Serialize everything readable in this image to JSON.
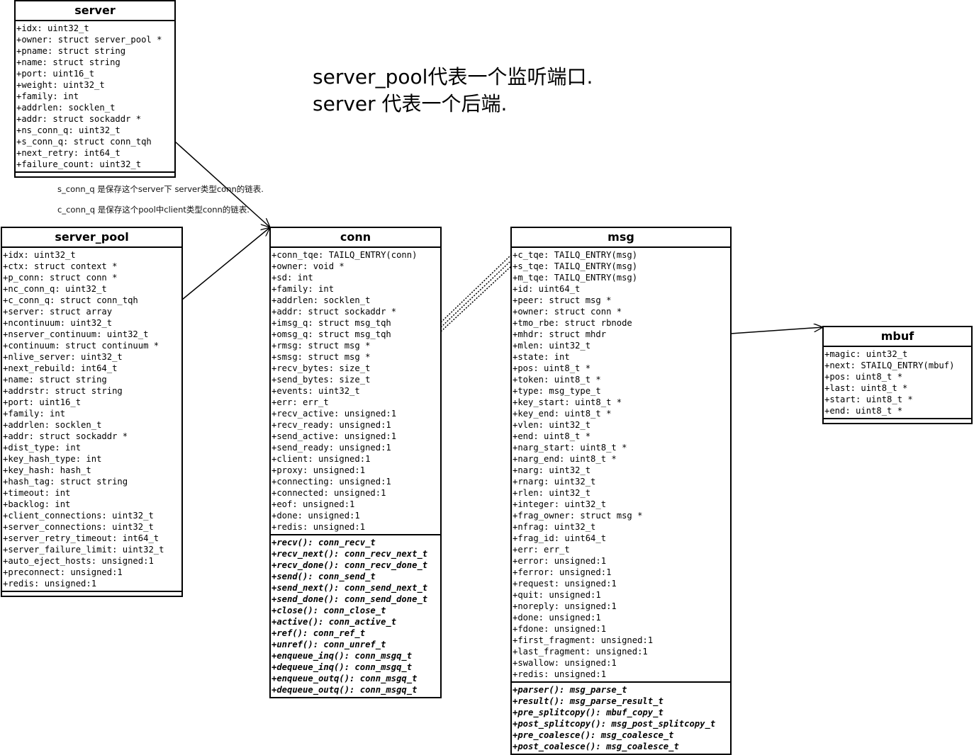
{
  "notes": {
    "big": [
      "server_pool代表一个监听端口.",
      "server 代表一个后端."
    ],
    "small": [
      "s_conn_q 是保存这个server下 server类型conn的链表.",
      "c_conn_q 是保存这个pool中client类型conn的链表."
    ]
  },
  "classes": {
    "server": {
      "name": "server",
      "attributes": [
        "+idx: uint32_t",
        "+owner: struct server_pool *",
        "+pname: struct string",
        "+name: struct string",
        "+port: uint16_t",
        "+weight: uint32_t",
        "+family: int",
        "+addrlen: socklen_t",
        "+addr: struct sockaddr *",
        "+ns_conn_q: uint32_t",
        "+s_conn_q: struct conn_tqh",
        "+next_retry: int64_t",
        "+failure_count: uint32_t"
      ],
      "operations": []
    },
    "server_pool": {
      "name": "server_pool",
      "attributes": [
        "+idx: uint32_t",
        "+ctx: struct context *",
        "+p_conn: struct conn *",
        "+nc_conn_q: uint32_t",
        "+c_conn_q: struct conn_tqh",
        "+server: struct array",
        "+ncontinuum: uint32_t",
        "+nserver_continuum: uint32_t",
        "+continuum: struct continuum *",
        "+nlive_server: uint32_t",
        "+next_rebuild: int64_t",
        "+name: struct string",
        "+addrstr: struct string",
        "+port: uint16_t",
        "+family: int",
        "+addrlen: socklen_t",
        "+addr: struct sockaddr *",
        "+dist_type: int",
        "+key_hash_type: int",
        "+key_hash: hash_t",
        "+hash_tag: struct string",
        "+timeout: int",
        "+backlog: int",
        "+client_connections: uint32_t",
        "+server_connections: uint32_t",
        "+server_retry_timeout: int64_t",
        "+server_failure_limit: uint32_t",
        "+auto_eject_hosts: unsigned:1",
        "+preconnect: unsigned:1",
        "+redis: unsigned:1"
      ],
      "operations": []
    },
    "conn": {
      "name": "conn",
      "attributes": [
        "+conn_tqe: TAILQ_ENTRY(conn)",
        "+owner: void *",
        "+sd: int",
        "+family: int",
        "+addrlen: socklen_t",
        "+addr: struct sockaddr *",
        "+imsg_q: struct msg_tqh",
        "+omsg_q: struct msg_tqh",
        "+rmsg: struct msg *",
        "+smsg: struct msg *",
        "+recv_bytes: size_t",
        "+send_bytes: size_t",
        "+events: uint32_t",
        "+err: err_t",
        "+recv_active: unsigned:1",
        "+recv_ready: unsigned:1",
        "+send_active: unsigned:1",
        "+send_ready: unsigned:1",
        "+client: unsigned:1",
        "+proxy: unsigned:1",
        "+connecting: unsigned:1",
        "+connected: unsigned:1",
        "+eof: unsigned:1",
        "+done: unsigned:1",
        "+redis: unsigned:1"
      ],
      "operations": [
        "+recv(): conn_recv_t",
        "+recv_next(): conn_recv_next_t",
        "+recv_done(): conn_recv_done_t",
        "+send(): conn_send_t",
        "+send_next(): conn_send_next_t",
        "+send_done(): conn_send_done_t",
        "+close(): conn_close_t",
        "+active(): conn_active_t",
        "+ref(): conn_ref_t",
        "+unref(): conn_unref_t",
        "+enqueue_inq(): conn_msgq_t",
        "+dequeue_inq(): conn_msgq_t",
        "+enqueue_outq(): conn_msgq_t",
        "+dequeue_outq(): conn_msgq_t"
      ]
    },
    "msg": {
      "name": "msg",
      "attributes": [
        "+c_tqe: TAILQ_ENTRY(msg)",
        "+s_tqe: TAILQ_ENTRY(msg)",
        "+m_tqe: TAILQ_ENTRY(msg)",
        "+id: uint64_t",
        "+peer: struct msg *",
        "+owner: struct conn *",
        "+tmo_rbe: struct rbnode",
        "+mhdr: struct mhdr",
        "+mlen: uint32_t",
        "+state: int",
        "+pos: uint8_t *",
        "+token: uint8_t *",
        "+type: msg_type_t",
        "+key_start: uint8_t *",
        "+key_end: uint8_t *",
        "+vlen: uint32_t",
        "+end: uint8_t *",
        "+narg_start: uint8_t *",
        "+narg_end: uint8_t *",
        "+narg: uint32_t",
        "+rnarg: uint32_t",
        "+rlen: uint32_t",
        "+integer: uint32_t",
        "+frag_owner: struct msg *",
        "+nfrag: uint32_t",
        "+frag_id: uint64_t",
        "+err: err_t",
        "+error: unsigned:1",
        "+ferror: unsigned:1",
        "+request: unsigned:1",
        "+quit: unsigned:1",
        "+noreply: unsigned:1",
        "+done: unsigned:1",
        "+fdone: unsigned:1",
        "+first_fragment: unsigned:1",
        "+last_fragment: unsigned:1",
        "+swallow: unsigned:1",
        "+redis: unsigned:1"
      ],
      "operations": [
        "+parser(): msg_parse_t",
        "+result(): msg_parse_result_t",
        "+pre_splitcopy(): mbuf_copy_t",
        "+post_splitcopy(): msg_post_splitcopy_t",
        "+pre_coalesce(): msg_coalesce_t",
        "+post_coalesce(): msg_coalesce_t"
      ]
    },
    "mbuf": {
      "name": "mbuf",
      "attributes": [
        "+magic: uint32_t",
        "+next: STAILQ_ENTRY(mbuf)",
        "+pos: uint8_t *",
        "+last: uint8_t *",
        "+start: uint8_t *",
        "+end: uint8_t *"
      ],
      "operations": []
    }
  }
}
